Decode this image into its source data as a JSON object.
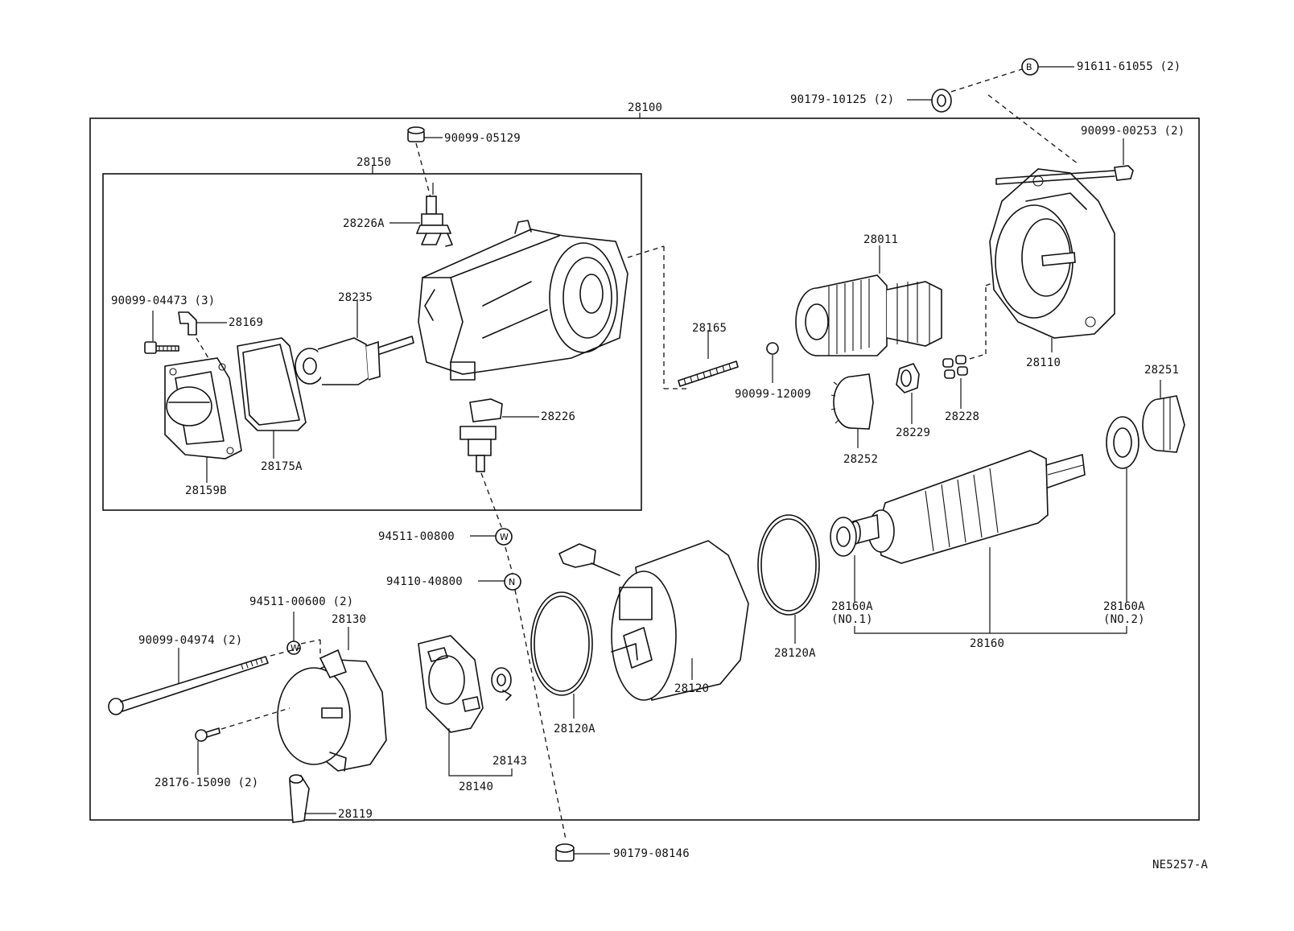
{
  "diagram_id": "NE5257-A",
  "markers": {
    "bolt_b": "B",
    "washer_w": "W",
    "nut_n": "N"
  },
  "labels": {
    "assy_28100": "28100",
    "assy_28150": "28150",
    "p90099_05129": "90099-05129",
    "p28226A": "28226A",
    "p90099_04473": "90099-04473 (3)",
    "p28169": "28169",
    "p28235": "28235",
    "p28159B": "28159B",
    "p28175A": "28175A",
    "p28226": "28226",
    "p91611_61055": "91611-61055 (2)",
    "p90179_10125": "90179-10125 (2)",
    "p90099_00253": "90099-00253 (2)",
    "p28011": "28011",
    "p28165": "28165",
    "p90099_12009": "90099-12009",
    "p28110": "28110",
    "p28252": "28252",
    "p28229": "28229",
    "p28228": "28228",
    "p28251": "28251",
    "p94511_00800": "94511-00800",
    "p94110_40800": "94110-40800",
    "p94511_00600": "94511-00600 (2)",
    "p28130": "28130",
    "p90099_04974": "90099-04974 (2)",
    "p28176_15090": "28176-15090 (2)",
    "p28119": "28119",
    "p28140": "28140",
    "p28143": "28143",
    "p28120A_a": "28120A",
    "p28120": "28120",
    "p28120A_b": "28120A",
    "p28160A_1": "28160A\n(NO.1)",
    "p28160A_2": "28160A\n(NO.2)",
    "p28160": "28160",
    "p90179_08146": "90179-08146",
    "ref_code": "NE5257-A"
  }
}
